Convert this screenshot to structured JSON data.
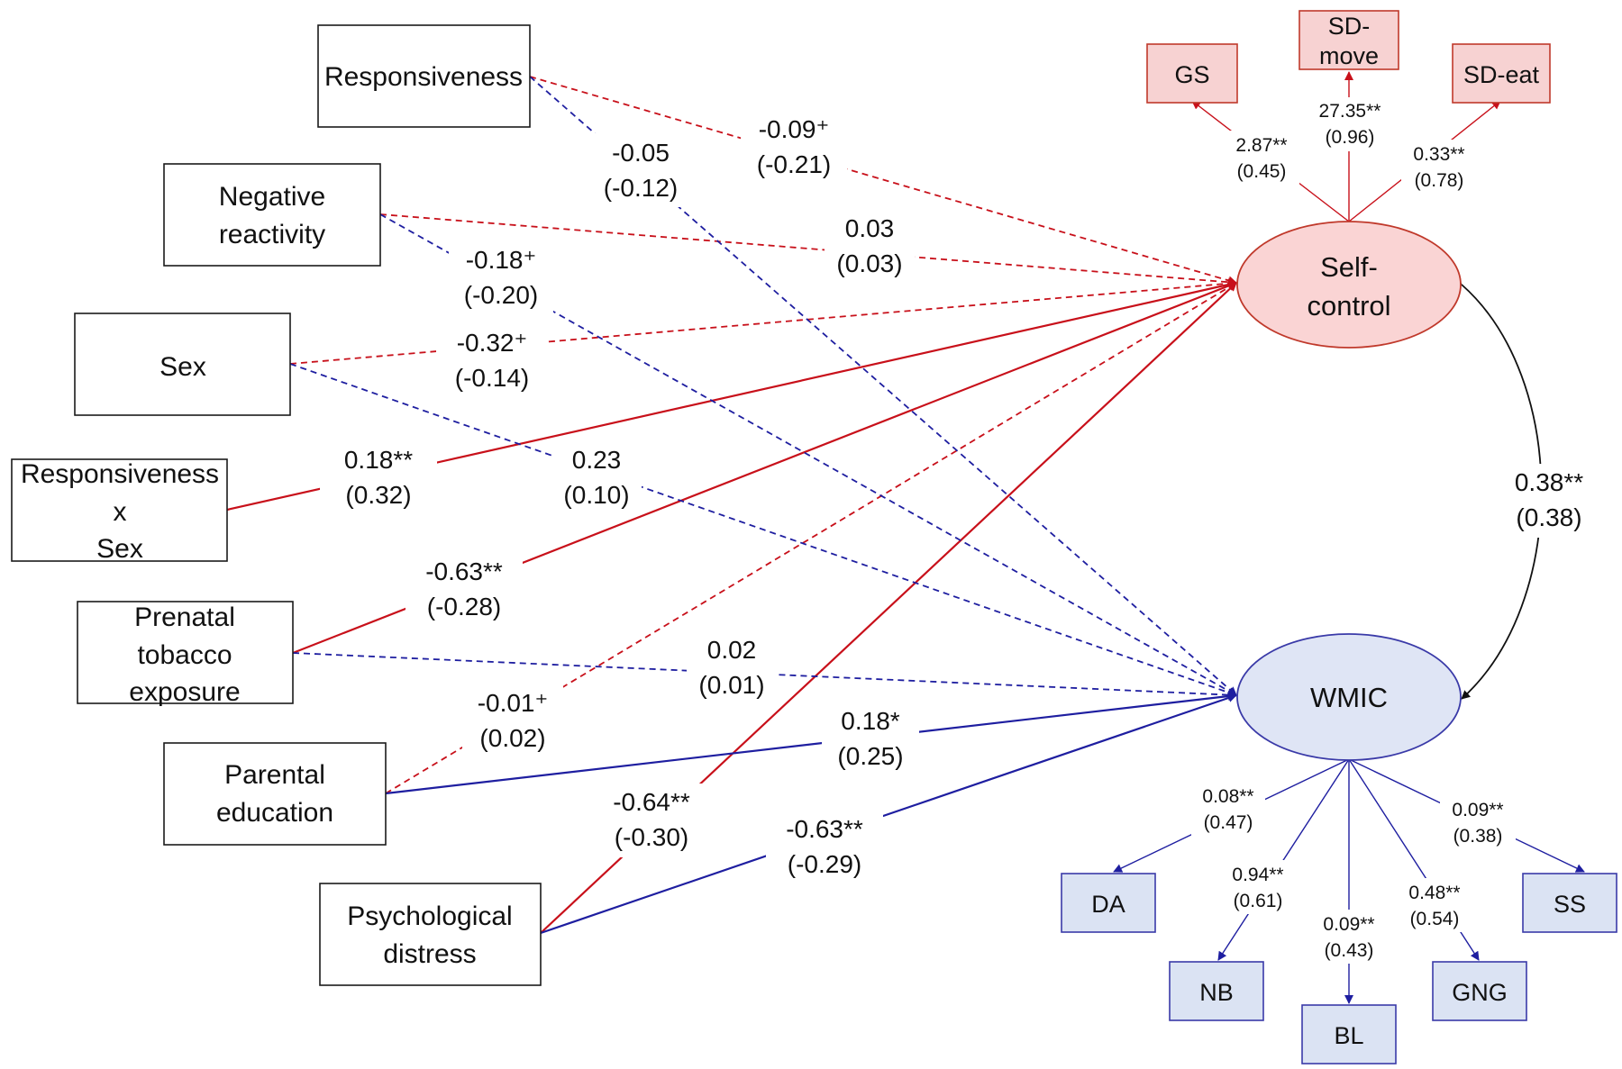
{
  "predictors": {
    "responsiveness": "Responsiveness",
    "negative_reactivity": [
      "Negative",
      "reactivity"
    ],
    "sex": "Sex",
    "resp_x_sex": [
      "Responsiveness",
      "x",
      "Sex"
    ],
    "prenatal_tobacco": [
      "Prenatal",
      "tobacco",
      "exposure"
    ],
    "parental_education": [
      "Parental",
      "education"
    ],
    "psych_distress": [
      "Psychological",
      "distress"
    ]
  },
  "latents": {
    "self_control": [
      "Self-",
      "control"
    ],
    "wmic": "WMIC"
  },
  "indicators": {
    "self_control": {
      "gs": "GS",
      "sd_move": [
        "SD-",
        "move"
      ],
      "sd_eat": "SD-eat"
    },
    "wmic": {
      "da": "DA",
      "nb": "NB",
      "bl": "BL",
      "gng": "GNG",
      "ss": "SS"
    }
  },
  "loadings": {
    "gs": [
      "2.87**",
      "(0.45)"
    ],
    "sd_move": [
      "27.35**",
      "(0.96)"
    ],
    "sd_eat": [
      "0.33**",
      "(0.78)"
    ],
    "da": [
      "0.08**",
      "(0.47)"
    ],
    "nb": [
      "0.94**",
      "(0.61)"
    ],
    "bl": [
      "0.09**",
      "(0.43)"
    ],
    "gng": [
      "0.48**",
      "(0.54)"
    ],
    "ss": [
      "0.09**",
      "(0.38)"
    ]
  },
  "paths": {
    "resp_to_sc": [
      "-0.09⁺",
      "(-0.21)"
    ],
    "resp_to_wmic": [
      "-0.05",
      "(-0.12)"
    ],
    "negreact_to_sc": [
      "0.03",
      "(0.03)"
    ],
    "negreact_to_wmic": [
      "-0.18⁺",
      "(-0.20)"
    ],
    "sex_to_sc": [
      "-0.32⁺",
      "(-0.14)"
    ],
    "sex_to_wmic": [
      "0.23",
      "(0.10)"
    ],
    "respxsex_to_sc": [
      "0.18**",
      "(0.32)"
    ],
    "tobacco_to_sc": [
      "-0.63**",
      "(-0.28)"
    ],
    "tobacco_to_wmic": [
      "0.02",
      "(0.01)"
    ],
    "educ_to_sc": [
      "-0.01⁺",
      "(0.02)"
    ],
    "educ_to_wmic": [
      "0.18*",
      "(0.25)"
    ],
    "distress_to_sc": [
      "-0.64**",
      "(-0.30)"
    ],
    "distress_to_wmic": [
      "-0.63**",
      "(-0.29)"
    ],
    "sc_wmic_cov": [
      "0.38**",
      "(0.38)"
    ]
  },
  "colors": {
    "self_control": "#c8101a",
    "wmic": "#1e1ea0",
    "self_control_fill": "#fad4d4",
    "wmic_fill": "#dfe5f5"
  }
}
